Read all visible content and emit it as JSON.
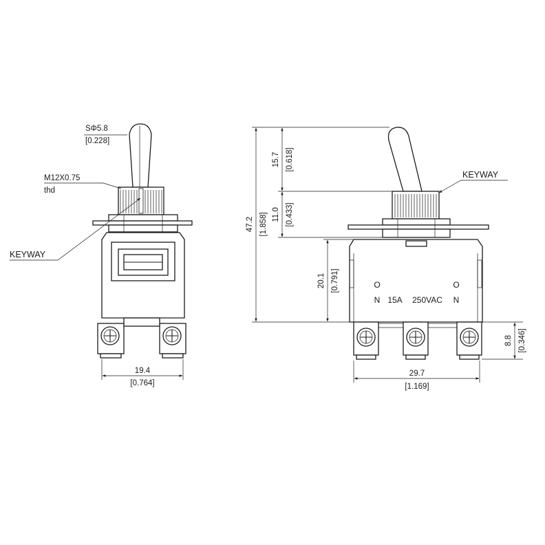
{
  "left_view": {
    "diameter_label": "SΦ5.8",
    "diameter_inch": "[0.228]",
    "thread_label": "M12X0.75",
    "thread_suffix": "thd",
    "keyway_label": "KEYWAY",
    "width_mm": "19.4",
    "width_inch": "[0.764]"
  },
  "right_view": {
    "keyway_label": "KEYWAY",
    "total_height_mm": "47.2",
    "total_height_inch": "[1.858]",
    "lever_height_mm": "15.7",
    "lever_height_inch": "[0.618]",
    "bushing_height_mm": "11.0",
    "bushing_height_inch": "[0.433]",
    "body_height_mm": "20.1",
    "body_height_inch": "[0.791]",
    "terminal_height_mm": "8.8",
    "terminal_height_inch": "[0.346]",
    "width_mm": "29.7",
    "width_inch": "[1.169]",
    "marking_left_top": "O",
    "marking_left_bottom": "N",
    "marking_rating_current": "15A",
    "marking_rating_voltage": "250VAC",
    "marking_right_top": "O",
    "marking_right_bottom": "N"
  }
}
